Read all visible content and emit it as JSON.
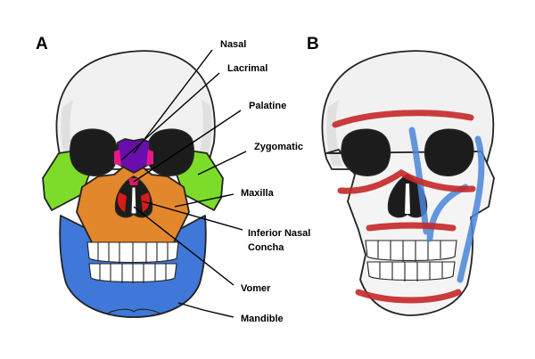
{
  "panels": {
    "a": {
      "letter": "A"
    },
    "b": {
      "letter": "B"
    }
  },
  "labels": [
    {
      "id": "nasal",
      "text": "Nasal"
    },
    {
      "id": "lacrimal",
      "text": "Lacrimal"
    },
    {
      "id": "palatine",
      "text": "Palatine"
    },
    {
      "id": "zygomatic",
      "text": "Zygomatic"
    },
    {
      "id": "maxilla",
      "text": "Maxilla"
    },
    {
      "id": "inferior_nasal_concha",
      "text": "Inferior Nasal Concha",
      "lines": [
        "Inferior Nasal",
        "Concha"
      ]
    },
    {
      "id": "vomer",
      "text": "Vomer"
    },
    {
      "id": "mandible",
      "text": "Mandible"
    }
  ],
  "colors": {
    "nasal": "#6a0dad",
    "lacrimal": "#e8188c",
    "palatine": "#d81b60",
    "zygomatic": "#7ddc2a",
    "maxilla": "#e2872b",
    "inferior_nasal_concha": "#d81b1b",
    "vomer": "#d81b1b",
    "mandible": "#3f78d8",
    "horizontal_buttress": "#c62828",
    "vertical_buttress": "#4a86d8",
    "bone": "#f1f1f1",
    "socket": "#1c1c1c"
  },
  "buttresses": {
    "horizontal_count": 4,
    "vertical_count": 3
  }
}
